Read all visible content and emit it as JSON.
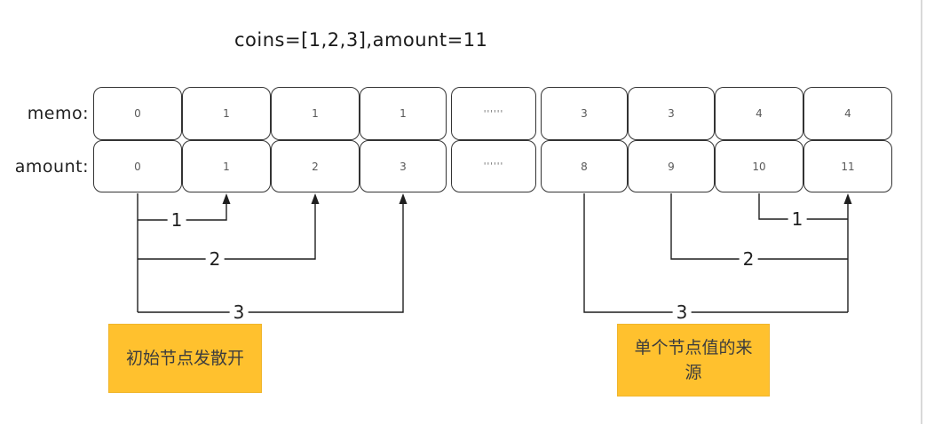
{
  "title": "coins=[1,2,3],amount=11",
  "rows": {
    "memo": {
      "label": "memo:",
      "values": [
        "0",
        "1",
        "1",
        "1",
        "''''''",
        "3",
        "3",
        "4",
        "4"
      ]
    },
    "amount": {
      "label": "amount:",
      "values": [
        "0",
        "1",
        "2",
        "3",
        "''''''",
        "8",
        "9",
        "10",
        "11"
      ]
    }
  },
  "arrows": {
    "left": {
      "coin1": "1",
      "coin2": "2",
      "coin3": "3"
    },
    "right": {
      "coin1": "1",
      "coin2": "2",
      "coin3": "3"
    }
  },
  "captions": {
    "left": "初始节点发散开",
    "right": "单个节点值的来源"
  },
  "colors": {
    "highlight": "#FFC12E",
    "box_border": "#333333",
    "line": "#1f1f1f"
  }
}
